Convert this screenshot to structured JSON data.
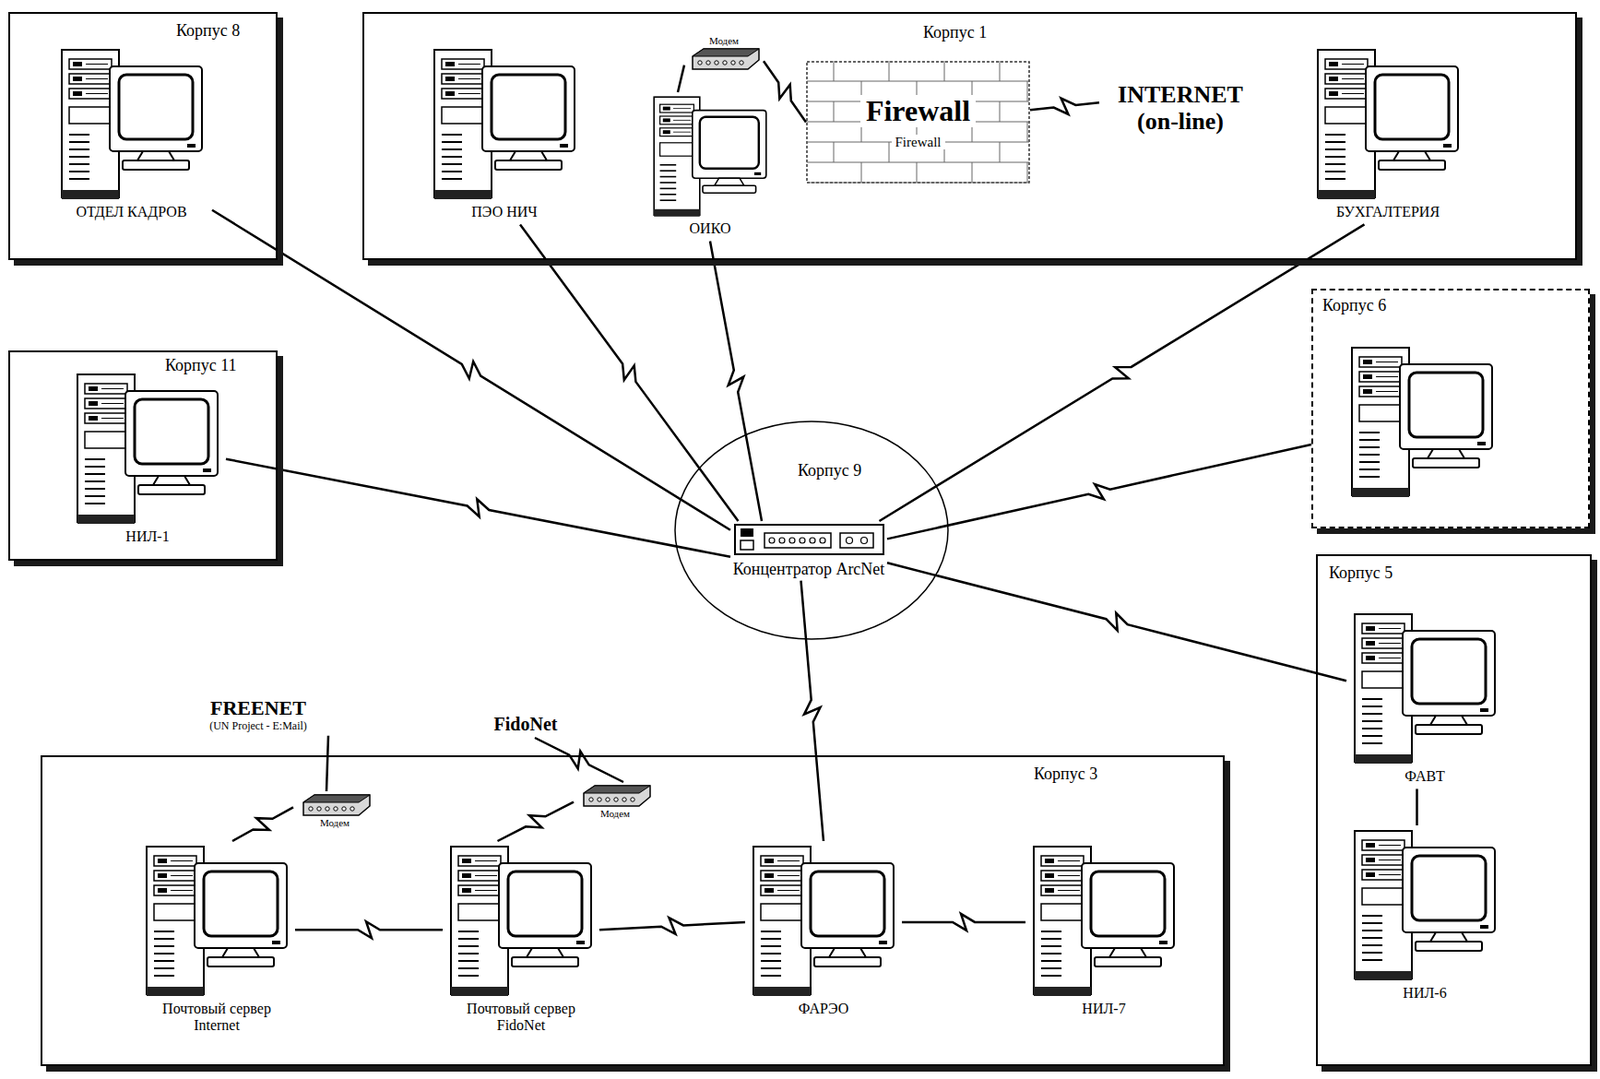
{
  "diagram": {
    "nodes": [
      {
        "text": [
          "Корпус 8"
        ]
      },
      {
        "text": [
          "ОТДЕЛ КАДРОВ"
        ],
        "in": 0
      },
      {
        "text": [
          "Корпус 1"
        ]
      },
      {
        "text": [
          "ПЭО НИЧ"
        ],
        "in": 2
      },
      {
        "text": [
          "Модем"
        ],
        "in": 2
      },
      {
        "text": [
          "ОИКО"
        ],
        "in": 2
      },
      {
        "text": [
          "Firewall",
          "Firewall"
        ],
        "in": 2
      },
      {
        "text": [
          "INTERNET (on-line)"
        ],
        "in": 2
      },
      {
        "text": [
          "БУХГАЛТЕРИЯ"
        ],
        "in": 2
      },
      {
        "text": [
          "Корпус 11"
        ]
      },
      {
        "text": [
          "НИЛ-1"
        ],
        "in": 9
      },
      {
        "text": [
          "Корпус 6"
        ]
      },
      {
        "text": [
          "Корпус 9"
        ]
      },
      {
        "text": [
          "Концентратор ArcNet"
        ],
        "in": 12
      },
      {
        "text": [
          "Корпус 5"
        ]
      },
      {
        "text": [
          "ФАВТ"
        ],
        "in": 14
      },
      {
        "text": [
          "НИЛ-6"
        ],
        "in": 14
      },
      {
        "text": [
          "FREENET",
          "(UN Project - E:Mail)"
        ]
      },
      {
        "text": [
          "FidoNet"
        ]
      },
      {
        "text": [
          "Корпус 3"
        ]
      },
      {
        "text": [
          "Модем"
        ],
        "in": 19
      },
      {
        "text": [
          "Модем"
        ],
        "in": 19
      },
      {
        "text": [
          "Почтовый сервер Internet"
        ],
        "in": 19
      },
      {
        "text": [
          "Почтовый сервер FidoNet"
        ],
        "in": 19
      },
      {
        "text": [
          "ФАРЭО"
        ],
        "in": 19
      },
      {
        "text": [
          "НИЛ-7"
        ],
        "in": 19
      }
    ],
    "edges": [
      {
        "from": 13,
        "to": 1,
        "arrow": "none"
      },
      {
        "from": 13,
        "to": 3,
        "arrow": "none"
      },
      {
        "from": 13,
        "to": 5,
        "arrow": "none"
      },
      {
        "from": 13,
        "to": 8,
        "arrow": "none"
      },
      {
        "from": 13,
        "to": 10,
        "arrow": "none"
      },
      {
        "from": 13,
        "to": 11,
        "arrow": "none"
      },
      {
        "from": 13,
        "to": 15,
        "arrow": "none"
      },
      {
        "from": 13,
        "to": 24,
        "arrow": "none"
      },
      {
        "from": 5,
        "to": 4,
        "arrow": "none"
      },
      {
        "from": 4,
        "to": 6,
        "arrow": "none"
      },
      {
        "from": 6,
        "to": 7,
        "arrow": "none"
      },
      {
        "from": 15,
        "to": 16,
        "arrow": "none"
      },
      {
        "from": 22,
        "to": 20,
        "arrow": "none"
      },
      {
        "from": 20,
        "to": 17,
        "arrow": "none"
      },
      {
        "from": 23,
        "to": 21,
        "arrow": "none"
      },
      {
        "from": 21,
        "to": 18,
        "arrow": "none"
      },
      {
        "from": 22,
        "to": 23,
        "arrow": "none"
      },
      {
        "from": 23,
        "to": 24,
        "arrow": "none"
      },
      {
        "from": 24,
        "to": 25,
        "arrow": "none"
      }
    ]
  }
}
